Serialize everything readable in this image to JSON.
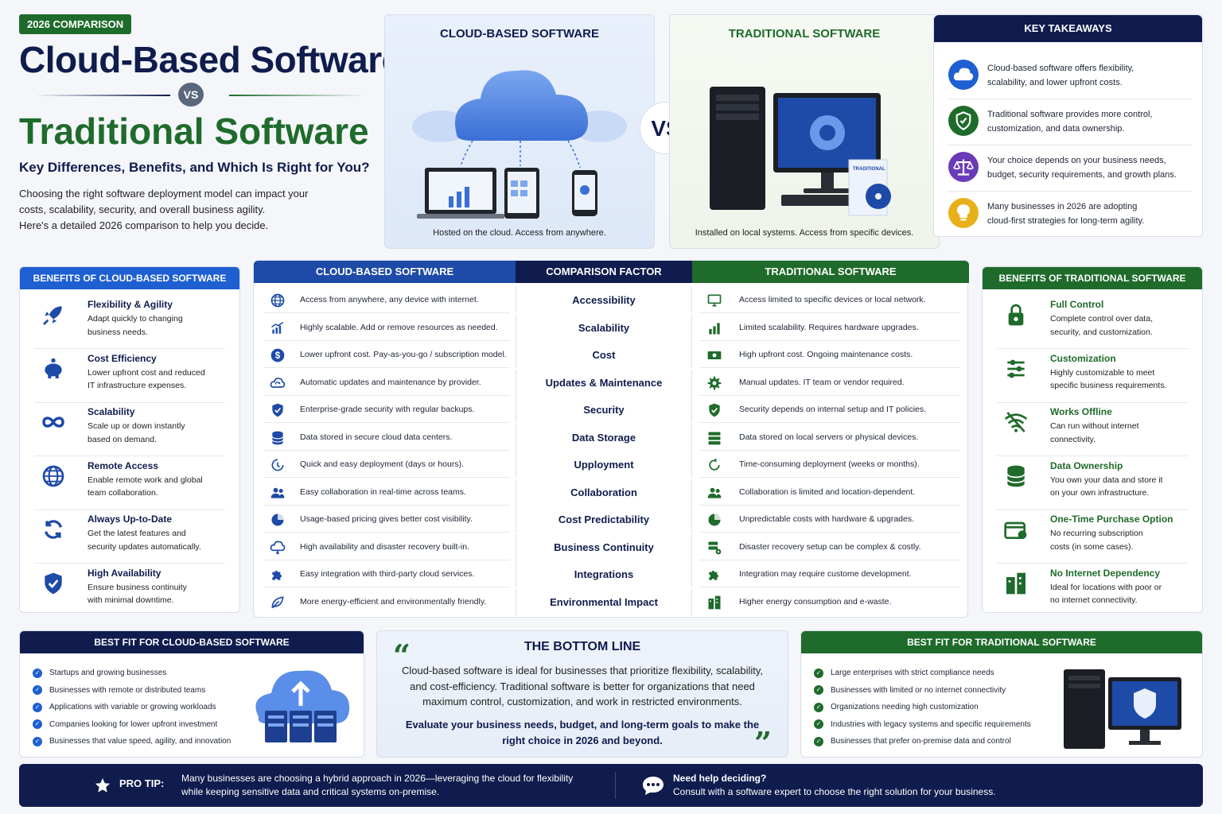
{
  "header": {
    "badge": "2026 COMPARISON",
    "title_cloud": "Cloud-Based Software",
    "vs": "VS",
    "title_trad": "Traditional Software",
    "subtitle": "Key Differences, Benefits, and Which Is Right for You?",
    "intro": [
      "Choosing the right software deployment model can impact your",
      "costs, scalability, security, and overall business agility.",
      "Here's a detailed 2026 comparison to help you decide."
    ]
  },
  "hero": {
    "cloud_title": "CLOUD-BASED SOFTWARE",
    "cloud_caption": "Hosted on the cloud. Access from anywhere.",
    "vs": "VS",
    "trad_title": "TRADITIONAL SOFTWARE",
    "trad_caption": "Installed on local systems. Access from specific devices.",
    "box_label": "TRADITIONAL"
  },
  "takeaways": {
    "title": "KEY TAKEAWAYS",
    "items": [
      {
        "icon": "cloud-upload-icon",
        "color": "#1e5fd1",
        "lines": [
          "Cloud-based software offers flexibility,",
          "scalability, and lower upfront costs."
        ]
      },
      {
        "icon": "shield-check-icon",
        "color": "#1f6b2b",
        "lines": [
          "Traditional software provides more control,",
          "customization, and data ownership."
        ]
      },
      {
        "icon": "scales-icon",
        "color": "#6a3bb8",
        "lines": [
          "Your choice depends on your business needs,",
          "budget, security requirements, and growth plans."
        ]
      },
      {
        "icon": "lightbulb-icon",
        "color": "#e8b11a",
        "lines": [
          "Many businesses in 2026 are adopting",
          "cloud-first strategies for long-term agility."
        ]
      }
    ]
  },
  "cloud_benefits": {
    "title": "BENEFITS OF CLOUD-BASED SOFTWARE",
    "items": [
      {
        "icon": "rocket-icon",
        "title": "Flexibility & Agility",
        "lines": [
          "Adapt quickly to changing",
          "business needs."
        ]
      },
      {
        "icon": "piggy-bank-icon",
        "title": "Cost Efficiency",
        "lines": [
          "Lower upfront cost and reduced",
          "IT infrastructure expenses."
        ]
      },
      {
        "icon": "infinity-icon",
        "title": "Scalability",
        "lines": [
          "Scale up or down instantly",
          "based on demand."
        ]
      },
      {
        "icon": "globe-icon",
        "title": "Remote Access",
        "lines": [
          "Enable remote work and global",
          "team collaboration."
        ]
      },
      {
        "icon": "sync-icon",
        "title": "Always Up-to-Date",
        "lines": [
          "Get the latest features and",
          "security updates automatically."
        ]
      },
      {
        "icon": "shield-check-icon",
        "title": "High Availability",
        "lines": [
          "Ensure business continuity",
          "with minimal downtime."
        ]
      }
    ]
  },
  "table": {
    "col_cloud": "CLOUD-BASED SOFTWARE",
    "col_factor": "COMPARISON FACTOR",
    "col_trad": "TRADITIONAL SOFTWARE",
    "rows": [
      {
        "cloud_icon": "globe-icon",
        "cloud": "Access from anywhere, any device with internet.",
        "factor": "Accessibility",
        "trad_icon": "monitor-icon",
        "trad": "Access limited to specific devices or local network."
      },
      {
        "cloud_icon": "growth-chart-icon",
        "cloud": "Highly scalable. Add or remove resources as needed.",
        "factor": "Scalability",
        "trad_icon": "bar-chart-icon",
        "trad": "Limited scalability. Requires hardware upgrades."
      },
      {
        "cloud_icon": "dollar-icon",
        "cloud": "Lower upfront cost. Pay-as-you-go / subscription model.",
        "factor": "Cost",
        "trad_icon": "cash-icon",
        "trad": "High upfront cost. Ongoing maintenance costs."
      },
      {
        "cloud_icon": "cloud-sync-icon",
        "cloud": "Automatic updates and maintenance by provider.",
        "factor": "Updates & Maintenance",
        "trad_icon": "gear-icon",
        "trad": "Manual updates. IT team or vendor required."
      },
      {
        "cloud_icon": "shield-check-icon",
        "cloud": "Enterprise-grade security with regular backups.",
        "factor": "Security",
        "trad_icon": "shield-check-icon",
        "trad": "Security depends on internal setup and IT policies."
      },
      {
        "cloud_icon": "database-icon",
        "cloud": "Data stored in secure cloud data centers.",
        "factor": "Data Storage",
        "trad_icon": "server-icon",
        "trad": "Data stored on local servers or physical devices."
      },
      {
        "cloud_icon": "deploy-icon",
        "cloud": "Quick and easy deployment (days or hours).",
        "factor": "Upployment",
        "trad_icon": "refresh-icon",
        "trad": "Time-consuming deployment (weeks or months)."
      },
      {
        "cloud_icon": "users-icon",
        "cloud": "Easy collaboration in real-time across teams.",
        "factor": "Collaboration",
        "trad_icon": "users-icon",
        "trad": "Collaboration is limited and location-dependent."
      },
      {
        "cloud_icon": "pie-chart-icon",
        "cloud": "Usage-based pricing gives better cost visibility.",
        "factor": "Cost Predictability",
        "trad_icon": "pie-chart-icon",
        "trad": "Unpredictable costs with hardware & upgrades."
      },
      {
        "cloud_icon": "cloud-network-icon",
        "cloud": "High availability and disaster recovery built-in.",
        "factor": "Business Continuity",
        "trad_icon": "server-gear-icon",
        "trad": "Disaster recovery setup can be complex & costly."
      },
      {
        "cloud_icon": "puzzle-icon",
        "cloud": "Easy integration with third-party cloud services.",
        "factor": "Integrations",
        "trad_icon": "puzzle-icon",
        "trad": "Integration may require custome development."
      },
      {
        "cloud_icon": "leaf-icon",
        "cloud": "More energy-efficient and environmentally friendly.",
        "factor": "Environmental Impact",
        "trad_icon": "building-icon",
        "trad": "Higher energy consumption and e-waste."
      }
    ]
  },
  "trad_benefits": {
    "title": "BENEFITS OF TRADITIONAL SOFTWARE",
    "items": [
      {
        "icon": "lock-icon",
        "title": "Full Control",
        "lines": [
          "Complete control over data,",
          "security, and customization."
        ]
      },
      {
        "icon": "sliders-icon",
        "title": "Customization",
        "lines": [
          "Highly customizable to meet",
          "specific business requirements."
        ]
      },
      {
        "icon": "wifi-off-icon",
        "title": "Works Offline",
        "lines": [
          "Can run without internet",
          "connectivity."
        ]
      },
      {
        "icon": "database-icon",
        "title": "Data Ownership",
        "lines": [
          "You own your data and store it",
          "on your own infrastructure."
        ]
      },
      {
        "icon": "purchase-icon",
        "title": "One-Time Purchase Option",
        "lines": [
          "No recurring subscription",
          "costs (in some cases)."
        ]
      },
      {
        "icon": "building-icon",
        "title": "No Internet Dependency",
        "lines": [
          "Ideal for locations with poor or",
          "no internet connectivity."
        ]
      }
    ]
  },
  "cloud_fit": {
    "title": "BEST FIT FOR CLOUD-BASED SOFTWARE",
    "items": [
      "Startups and growing businesses",
      "Businesses with remote or distributed teams",
      "Applications with variable or growing workloads",
      "Companies looking for lower upfront investment",
      "Businesses that value speed, agility, and innovation"
    ]
  },
  "bottom_line": {
    "title": "THE BOTTOM LINE",
    "text": "Cloud-based software is ideal for businesses that prioritize flexibility, scalability, and cost-efficiency. Traditional software is better for organizations that need maximum control, customization, and work in restricted environments.",
    "cta": "Evaluate your business needs, budget, and long-term goals to make the right choice in 2026 and beyond.",
    "open_quote": "“",
    "close_quote": "”"
  },
  "trad_fit": {
    "title": "BEST FIT FOR TRADITIONAL SOFTWARE",
    "items": [
      "Large enterprises with strict compliance needs",
      "Businesses with limited or no internet connectivity",
      "Organizations needing high customization",
      "Industries with legacy systems and specific requirements",
      "Businesses that prefer on-premise data and control"
    ]
  },
  "footer": {
    "tip_label": "PRO TIP:",
    "tip_text": [
      "Many businesses are choosing a hybrid approach in 2026—leveraging the cloud for flexibility",
      "while keeping sensitive data and critical systems on-premise."
    ],
    "help_title": "Need help deciding?",
    "help_text": "Consult with a software expert to choose the right solution for your business."
  },
  "colors": {
    "navy": "#0f1c4d",
    "green": "#1f6b2b",
    "blue": "#1e5fd1"
  }
}
